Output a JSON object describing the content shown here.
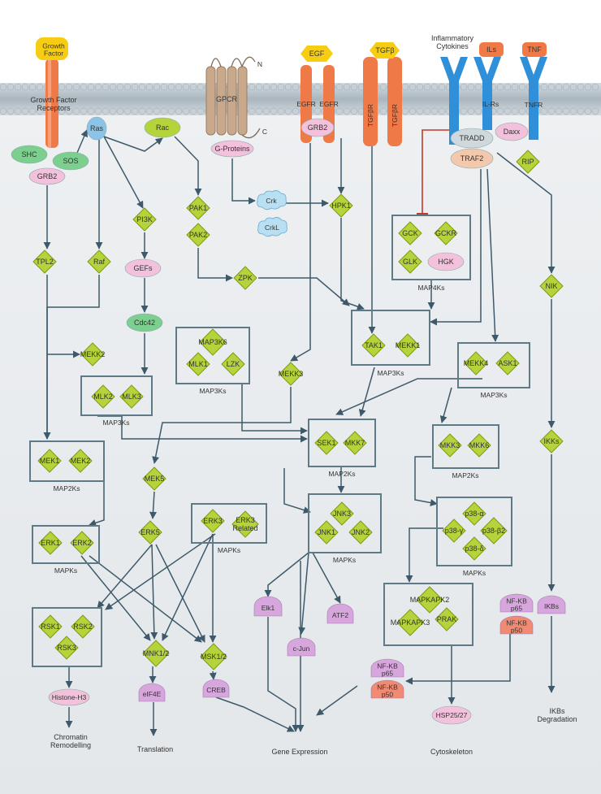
{
  "ligands": {
    "growth_factor": "Growth\nFactor",
    "egf": "EGF",
    "tgfb": "TGFβ",
    "inflammatory": "Inflammatory\nCytokines",
    "ils": "ILs",
    "tnf": "TNF"
  },
  "receptors": {
    "gfr": "Growth Factor\nReceptors",
    "gpcr": "GPCR",
    "n": "N",
    "c": "C",
    "egfr1": "EGFR",
    "egfr2": "EGFR",
    "tgfbr1": "TGFβR",
    "tgfbr2": "TGFβR",
    "il_rs": "IL-Rs",
    "tnfr": "TNFR"
  },
  "proteins": {
    "shc": "SHC",
    "sos": "SOS",
    "grb2_left": "GRB2",
    "ras": "Ras",
    "rac": "Rac",
    "g_proteins": "G-Proteins",
    "grb2_egfr": "GRB2",
    "tradd": "TRADD",
    "traf2": "TRAF2",
    "daxx": "Daxx",
    "rip": "RIP",
    "crk": "Crk",
    "crkl": "CrkL",
    "hpk1": "HPK1",
    "pak1": "PAK1",
    "pak2": "PAK2",
    "pi3k": "PI3K",
    "gefs": "GEFs",
    "cdc42": "Cdc42",
    "tpl2": "TPL2",
    "raf": "Raf",
    "zpk": "ZPK",
    "gck": "GCK",
    "gckr": "GCKR",
    "glk": "GLK",
    "hgk": "HGK",
    "nik": "NIK",
    "tak1": "TAK1",
    "mekk1": "MEKK1",
    "map3k6": "MAP3K6",
    "mlk1": "MLK1",
    "lzk": "LZK",
    "mekk2": "MEKK2",
    "mekk3": "MEKK3",
    "mekk4": "MEKK4",
    "ask1": "ASK1",
    "mlk2": "MLK2",
    "mlk3": "MLK3",
    "sek1": "SEK1",
    "mkk7": "MKK7",
    "mkk3": "MKK3",
    "mkk6": "MKK6",
    "ikks": "IKKs",
    "mek1": "MEK1",
    "mek2": "MEK2",
    "mek5": "MEK5",
    "erk5": "ERK5",
    "erk3": "ERK3",
    "erk3_related": "ERK3\nRelated",
    "jnk3": "JNK3",
    "jnk1": "JNK1",
    "jnk2": "JNK2",
    "p38a": "p38-α",
    "p38g": "p38-γ",
    "p38b2": "p38-β2",
    "p38d": "p38-δ",
    "erk1": "ERK1",
    "erk2": "ERK2",
    "mapkapk2": "MAPKAPK2",
    "mapkapk3": "MAPKAPK3",
    "prak": "PRAK",
    "rsk1": "RSK1",
    "rsk2": "RSK2",
    "rsk3": "RSK3",
    "mnk12": "MNK1/2",
    "msk12": "MSK1/2",
    "elk1": "Elk1",
    "atf2": "ATF2",
    "cjun": "c-Jun",
    "nfkb_p65_r": "NF-ΚB\np65",
    "ikbs": "IΚBs",
    "nfkb_p50_r": "NF-ΚB\np50",
    "nfkb_p65_c": "NF-ΚB\np65",
    "nfkb_p50_c": "NF-ΚB\np50",
    "eif4e": "eIF4E",
    "creb": "CREB",
    "histone_h3": "Histone-H3",
    "hsp2527": "HSP25/27"
  },
  "groups": {
    "map4ks": "MAP4Ks",
    "map3ks_tak": "MAP3Ks",
    "map3ks_mlk": "MAP3Ks",
    "map3ks_mekk4": "MAP3Ks",
    "map3ks_mlk2": "MAP3Ks",
    "map2ks_sek": "MAP2Ks",
    "map2ks_mkk": "MAP2Ks",
    "map2ks_mek": "MAP2Ks",
    "mapks_erk3": "MAPKs",
    "mapks_jnk": "MAPKs",
    "mapks_p38": "MAPKs",
    "mapks_erk": "MAPKs"
  },
  "outcomes": {
    "chromatin": "Chromatin\nRemodelling",
    "translation": "Translation",
    "gene_expression": "Gene Expression",
    "cytoskeleton": "Cytoskeleton",
    "ikbs_degradation": "IΚBs\nDegradation"
  },
  "colors": {
    "membrane": "#b9c4cc",
    "background": "#e9ecef",
    "kinase_fill": "#b5d33a",
    "kinase_stroke": "#7e9c12",
    "arrow": "#3e5a6a",
    "inhibit": "#c0392b",
    "receptor_orange": "#f07a47",
    "receptor_blue": "#2f8fd8",
    "gpcr": "#c9a98c",
    "tf_fill": "#d7a6dd",
    "nfkb_red": "#f08a72",
    "pink_fill": "#f4c1dc",
    "green_fill": "#7ccf8e",
    "blue_fill": "#8bc4e8",
    "yellow_ligand": "#f6cd12"
  }
}
